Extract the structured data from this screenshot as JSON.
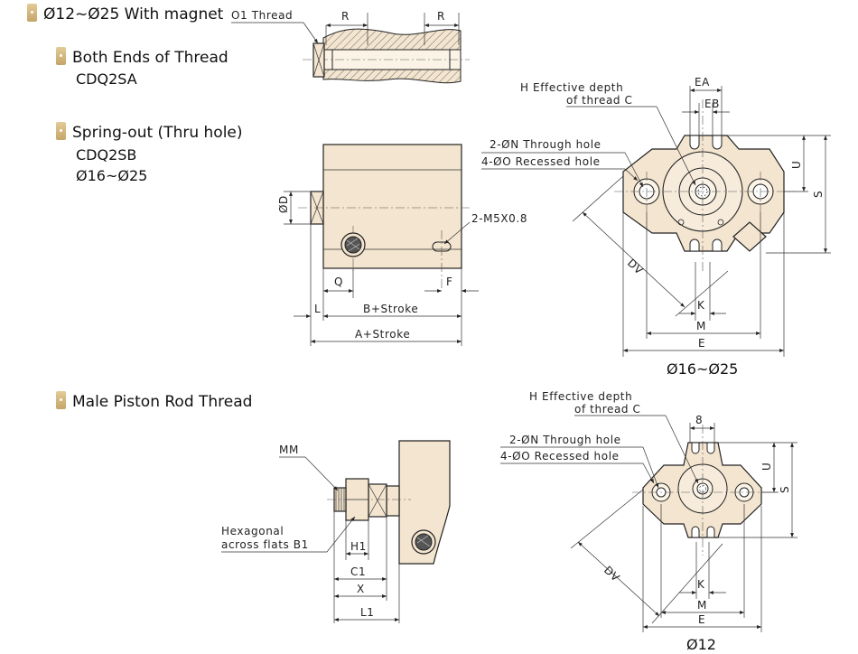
{
  "headings": {
    "magnet": "Ø12~Ø25 With magnet",
    "both_ends": "Both Ends of Thread",
    "both_ends_code": "CDQ2SA",
    "spring_out": "Spring-out (Thru hole)",
    "spring_out_code": "CDQ2SB",
    "spring_out_range": "Ø16~Ø25",
    "male_rod": "Male Piston Rod Thread"
  },
  "top_section": {
    "o1_thread": "O1 Thread",
    "r_left": "R",
    "r_right": "R"
  },
  "side_view": {
    "d": "ØD",
    "m5": "2-M5X0.8",
    "q": "Q",
    "f": "F",
    "l": "L",
    "b_stroke": "B+Stroke",
    "a_stroke": "A+Stroke"
  },
  "front_view_large": {
    "h_line1": "H Effective depth",
    "h_line2": "of thread C",
    "ea": "EA",
    "eb": "EB",
    "n_hole": "2-ØN Through hole",
    "o_hole": "4-ØO Recessed hole",
    "u": "U",
    "s": "S",
    "dv": "DV",
    "k": "K",
    "m": "M",
    "e": "E",
    "caption": "Ø16~Ø25"
  },
  "rod_view": {
    "mm": "MM",
    "hex_line1": "Hexagonal",
    "hex_line2": "across flats B1",
    "h1": "H1",
    "c1": "C1",
    "x": "X",
    "l1": "L1"
  },
  "front_view_small": {
    "h_line1": "H Effective depth",
    "h_line2": "of thread C",
    "eight": "8",
    "n_hole": "2-ØN Through hole",
    "o_hole": "4-ØO Recessed hole",
    "u": "U",
    "s": "S",
    "dv": "DV",
    "k": "K",
    "m": "M",
    "e": "E",
    "caption": "Ø12"
  }
}
